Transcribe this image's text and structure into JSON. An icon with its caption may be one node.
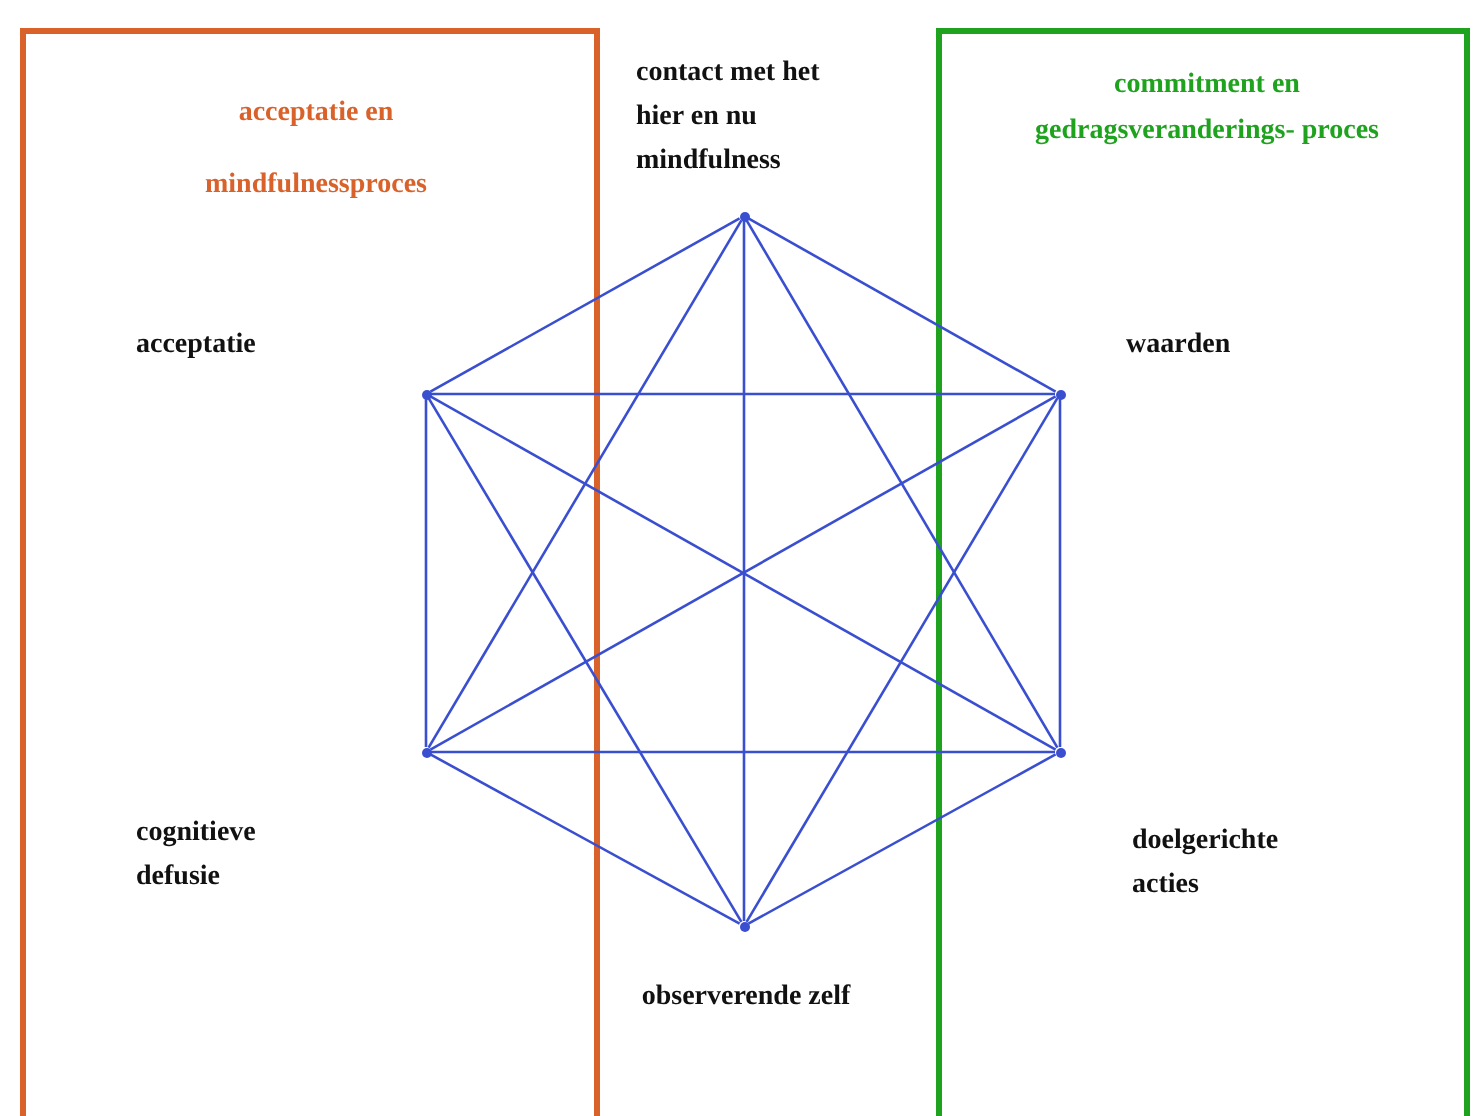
{
  "diagram": {
    "nodes": [
      {
        "text": [
          "acceptatie en mindfulnessproces"
        ]
      },
      {
        "text": [
          "commitment en gedragsveranderings- proces"
        ]
      },
      {
        "text": [],
        "shape": "dot"
      },
      {
        "text": [],
        "shape": "dot",
        "in": 0
      },
      {
        "text": [],
        "shape": "dot",
        "in": 1
      },
      {
        "text": [],
        "shape": "dot",
        "in": 0
      },
      {
        "text": [],
        "shape": "dot",
        "in": 1
      },
      {
        "text": [],
        "shape": "dot"
      }
    ],
    "edges": [
      {
        "from": 2,
        "to": 3,
        "arrow": "none"
      },
      {
        "from": 2,
        "to": 4,
        "arrow": "none"
      },
      {
        "from": 2,
        "to": 5,
        "arrow": "none"
      },
      {
        "from": 2,
        "to": 6,
        "arrow": "none"
      },
      {
        "from": 2,
        "to": 7,
        "arrow": "none"
      },
      {
        "from": 3,
        "to": 4,
        "arrow": "none"
      },
      {
        "from": 3,
        "to": 5,
        "arrow": "none"
      },
      {
        "from": 3,
        "to": 6,
        "arrow": "none"
      },
      {
        "from": 3,
        "to": 7,
        "arrow": "none"
      },
      {
        "from": 4,
        "to": 5,
        "arrow": "none"
      },
      {
        "from": 4,
        "to": 6,
        "arrow": "none"
      },
      {
        "from": 4,
        "to": 7,
        "arrow": "none"
      },
      {
        "from": 5,
        "to": 6,
        "arrow": "none"
      },
      {
        "from": 5,
        "to": 7,
        "arrow": "none"
      },
      {
        "from": 6,
        "to": 7,
        "arrow": "none"
      }
    ],
    "labels": [
      "contact met het hier en nu mindfulness",
      "acceptatie",
      "waarden",
      "cognitieve defusie",
      "doelgerichte acties",
      "observerende zelf"
    ]
  }
}
